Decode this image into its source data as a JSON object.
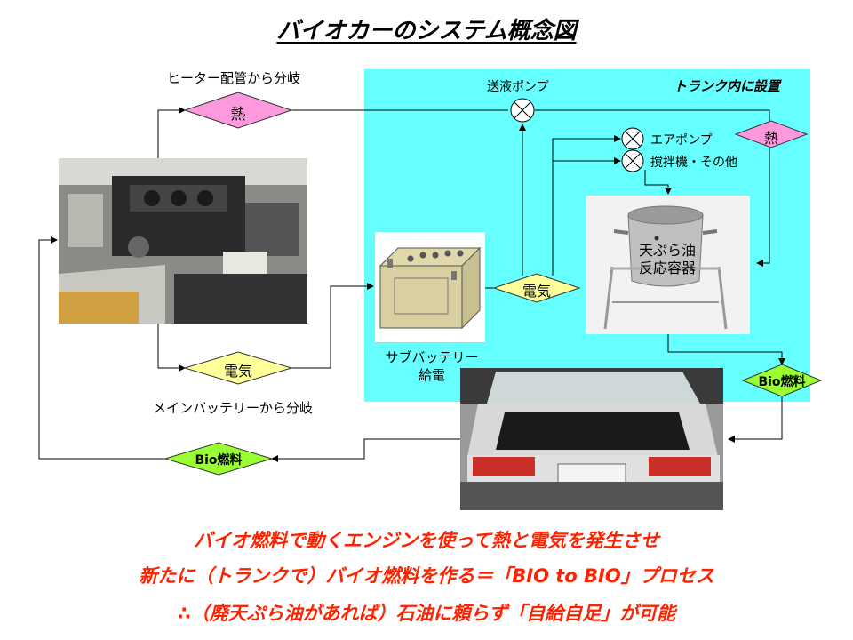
{
  "title": "バイオカーのシステム概念図",
  "trunk_label": "トランク内に設置",
  "labels": {
    "heater": "ヒーター配管から分岐",
    "main_battery": "メインバッテリーから分岐",
    "pump": "送液ポンプ",
    "air_pump": "エアポンプ",
    "stirrer": "撹拌機・その他",
    "reactor_line1": "天ぷら油",
    "reactor_line2": "反応容器",
    "sub_battery_line1": "サブバッテリー",
    "sub_battery_line2": "給電"
  },
  "diamonds": {
    "heat_left": "熱",
    "heat_right": "熱",
    "electric_left": "電気",
    "electric_mid": "電気",
    "bio_right": "Bio燃料",
    "bio_left": "Bio燃料"
  },
  "bottom_lines": [
    "バイオ燃料で動くエンジンを使って熱と電気を発生させ",
    "新たに（トランクで）バイオ燃料を作る＝「BIO to BIO」プロセス",
    "∴（廃天ぷら油があれば）石油に頼らず「自給自足」が可能"
  ],
  "colors": {
    "trunk_bg": "#66ffff",
    "heat": "#ff99dd",
    "electric": "#ffff99",
    "bio": "#99ff33",
    "bottom_text": "#ff2200"
  }
}
